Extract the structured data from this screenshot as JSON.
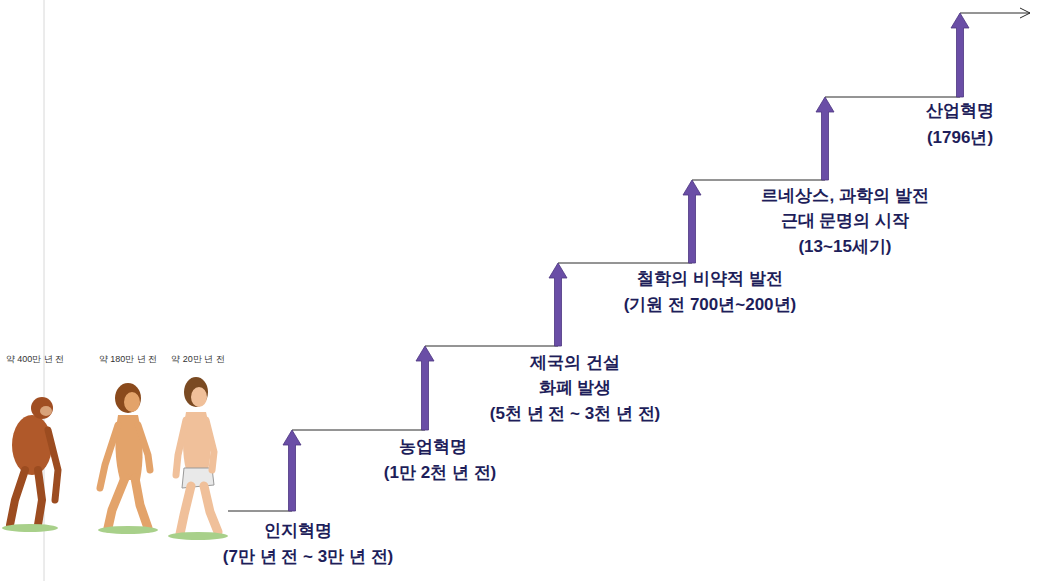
{
  "diagram": {
    "labels": [
      "약 400만 년 전",
      "약 180만 년 전",
      "약 20만 년 전",
      "인지혁명",
      "(7만 년 전 ~ 3만 년 전)",
      "농업혁명",
      "(1만 2천 년 전)",
      "제국의 건설",
      "화폐 발생",
      "(5천 년 전 ~ 3천 년 전)",
      "철학의 비약적 발전",
      "(기원 전 700년~200년)",
      "르네상스, 과학의 발전",
      "근대 문명의 시작",
      "(13~15세기)",
      "산업혁명",
      "(1796년)"
    ]
  }
}
